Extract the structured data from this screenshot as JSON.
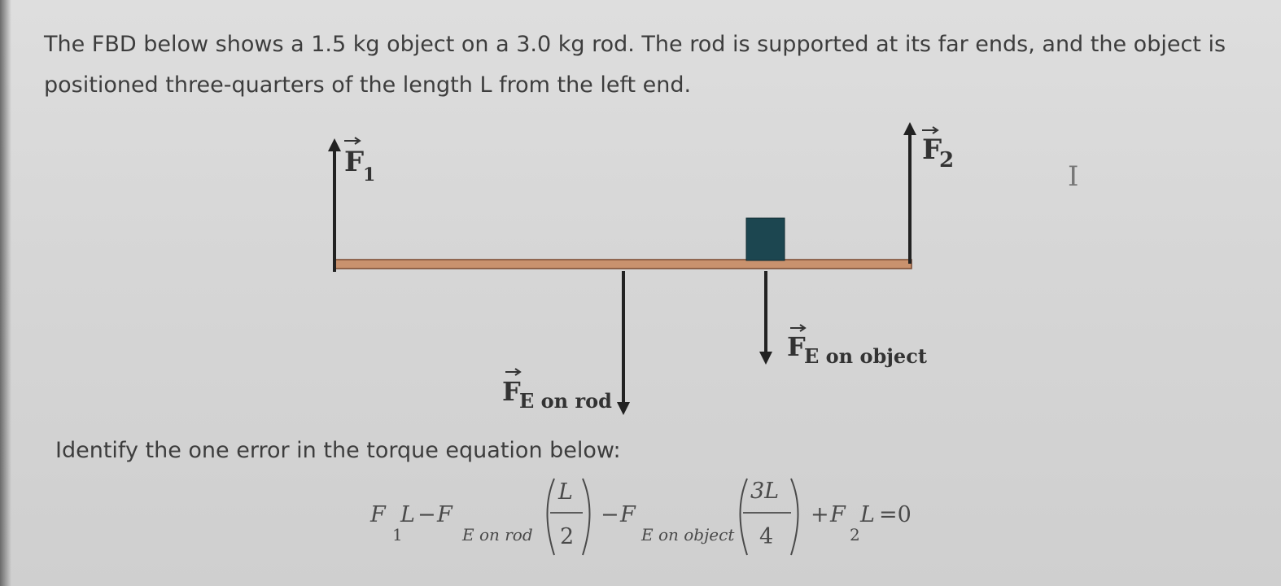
{
  "prompt": {
    "line1": "The FBD below shows a 1.5 kg object on a 3.0 kg rod. The rod is supported at its far ends, and the object is",
    "line2": "positioned three-quarters of the length L from the left end."
  },
  "diagram": {
    "labels": {
      "f1": "F",
      "f1_sub": "1",
      "f2": "F",
      "f2_sub": "2",
      "fe_object": "F",
      "fe_object_sub": "E on object",
      "fe_rod": "F",
      "fe_rod_sub": "E on rod"
    },
    "colors": {
      "rod": "#c9926e",
      "block": "#1c4650",
      "arrows": "#222222"
    }
  },
  "question": "Identify the one error in the torque equation below:",
  "equation": {
    "F": "F",
    "sub1": "1",
    "L": "L",
    "minus": "−",
    "plus": "+",
    "sub_rod": "E on rod",
    "sub_obj": "E on object",
    "frac1_num": "L",
    "frac1_den": "2",
    "frac2_num": "3L",
    "frac2_den": "4",
    "sub2": "2",
    "rhs": "=0"
  },
  "cursor_icon": "text-cursor-icon"
}
